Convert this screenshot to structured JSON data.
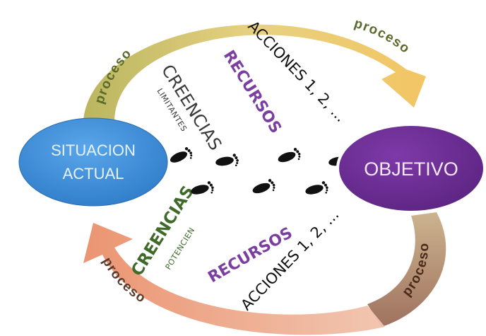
{
  "nodes": {
    "start": {
      "line1": "SITUACION",
      "line2": "ACTUAL"
    },
    "goal": {
      "label": "OBJETIVO"
    }
  },
  "arrows": {
    "top_left_label": "proceso",
    "top_right_label": "proceso",
    "bottom_right_label": "proceso",
    "bottom_left_label": "proceso"
  },
  "top_path": {
    "beliefs": "CREENCIAS",
    "beliefs_sub": "LIMITANTES",
    "resources": "RECURSOS",
    "actions": "ACCIONES 1, 2, ..."
  },
  "bottom_path": {
    "beliefs": "CREENCIAS",
    "beliefs_sub": "POTENCIEN",
    "resources": "RECURSOS",
    "actions": "ACCIONES 1, 2, ..."
  },
  "colors": {
    "start_node": "#3e8ed8",
    "goal_node": "#6a2d8f",
    "arrow_top": "#e8c35a",
    "arrow_bottom_right": "#a0705a",
    "arrow_bottom_left": "#e8906a",
    "proceso_text": "#5a6a2a",
    "beliefs_top": "#3a3a3a",
    "beliefs_bottom": "#3f6a2a",
    "resources": "#7a3fa0",
    "actions": "#111111"
  },
  "icons": [
    "footprint-icon"
  ]
}
